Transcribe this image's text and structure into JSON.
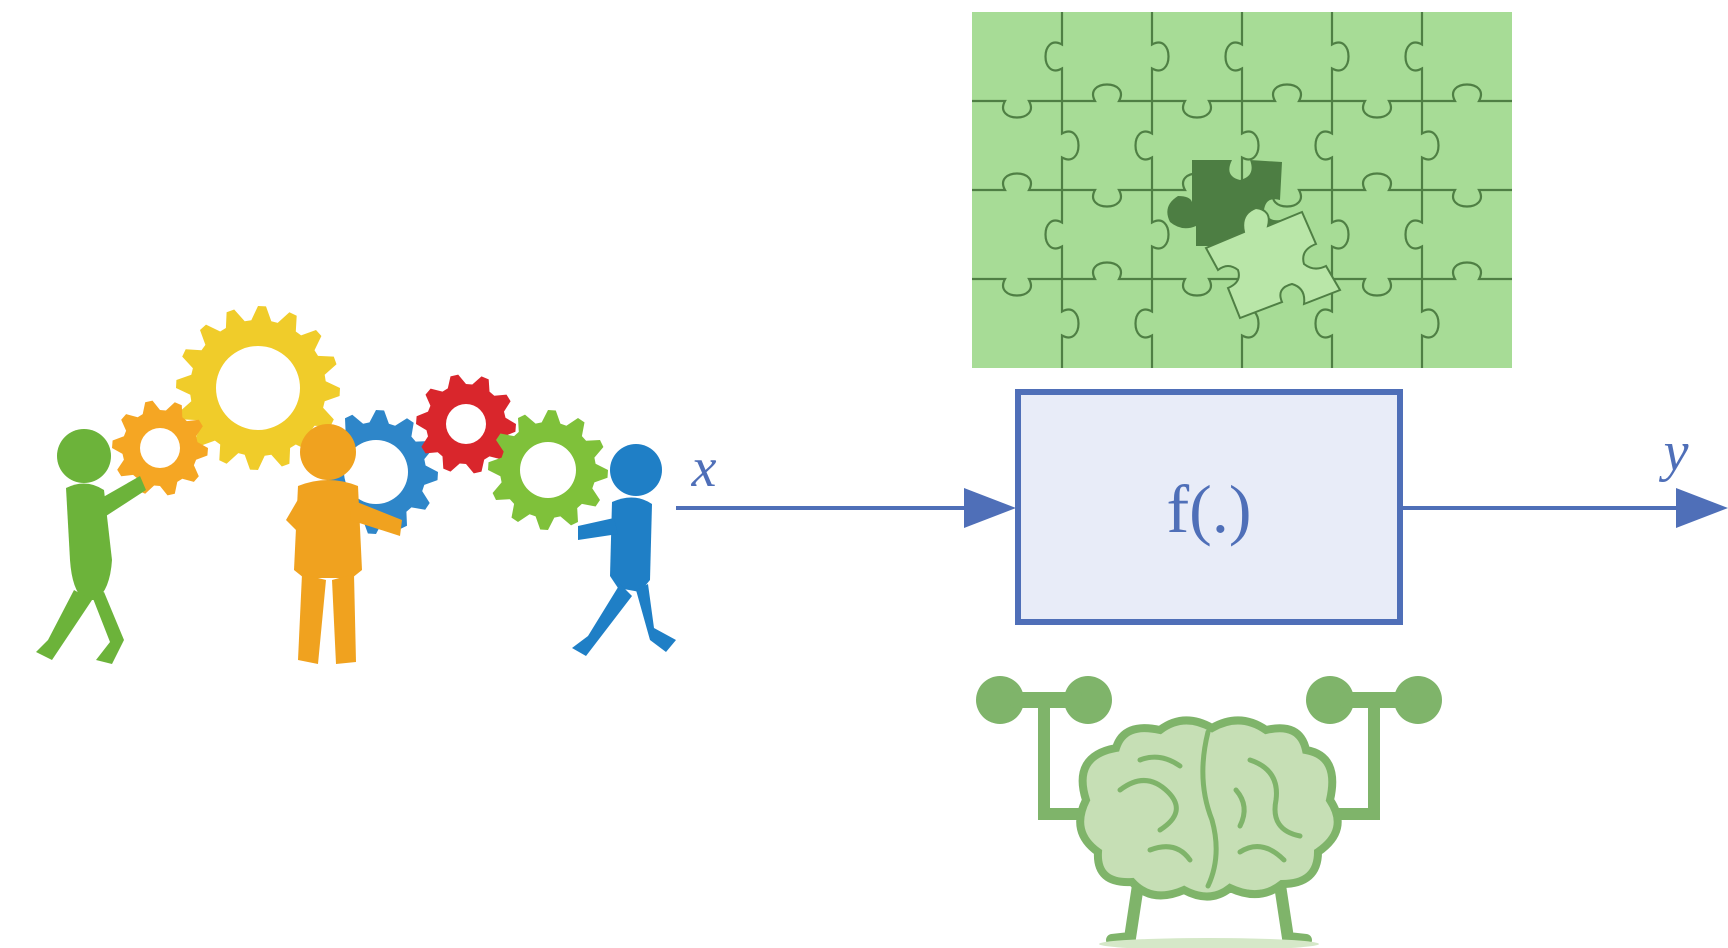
{
  "diagram": {
    "input_label": "x",
    "output_label": "y",
    "function_label": "f(.)"
  },
  "illustrations": {
    "input": "people-turning-gears-icon",
    "top": "jigsaw-puzzle-missing-piece-icon",
    "bottom": "brain-lifting-dumbbells-icon"
  },
  "colors": {
    "arrow": "#4f6fb8",
    "box_fill": "#e8ecf8",
    "box_border": "#4f6fb8",
    "label": "#4f6fb8",
    "puzzle_bg": "#a7dc96",
    "puzzle_line": "#4f7f44",
    "puzzle_hole": "#4d7e43",
    "brain_green": "#7fb46a",
    "brain_fill": "#c6dfb5",
    "figure_green": "#6cb33a",
    "figure_orange": "#f0a21f",
    "figure_blue": "#1f7fc6",
    "gear_yellow": "#f0cc2a",
    "gear_red": "#d9262c",
    "gear_green": "#7fc13a",
    "gear_blue": "#2e86c9",
    "gear_orange": "#f5a623"
  }
}
